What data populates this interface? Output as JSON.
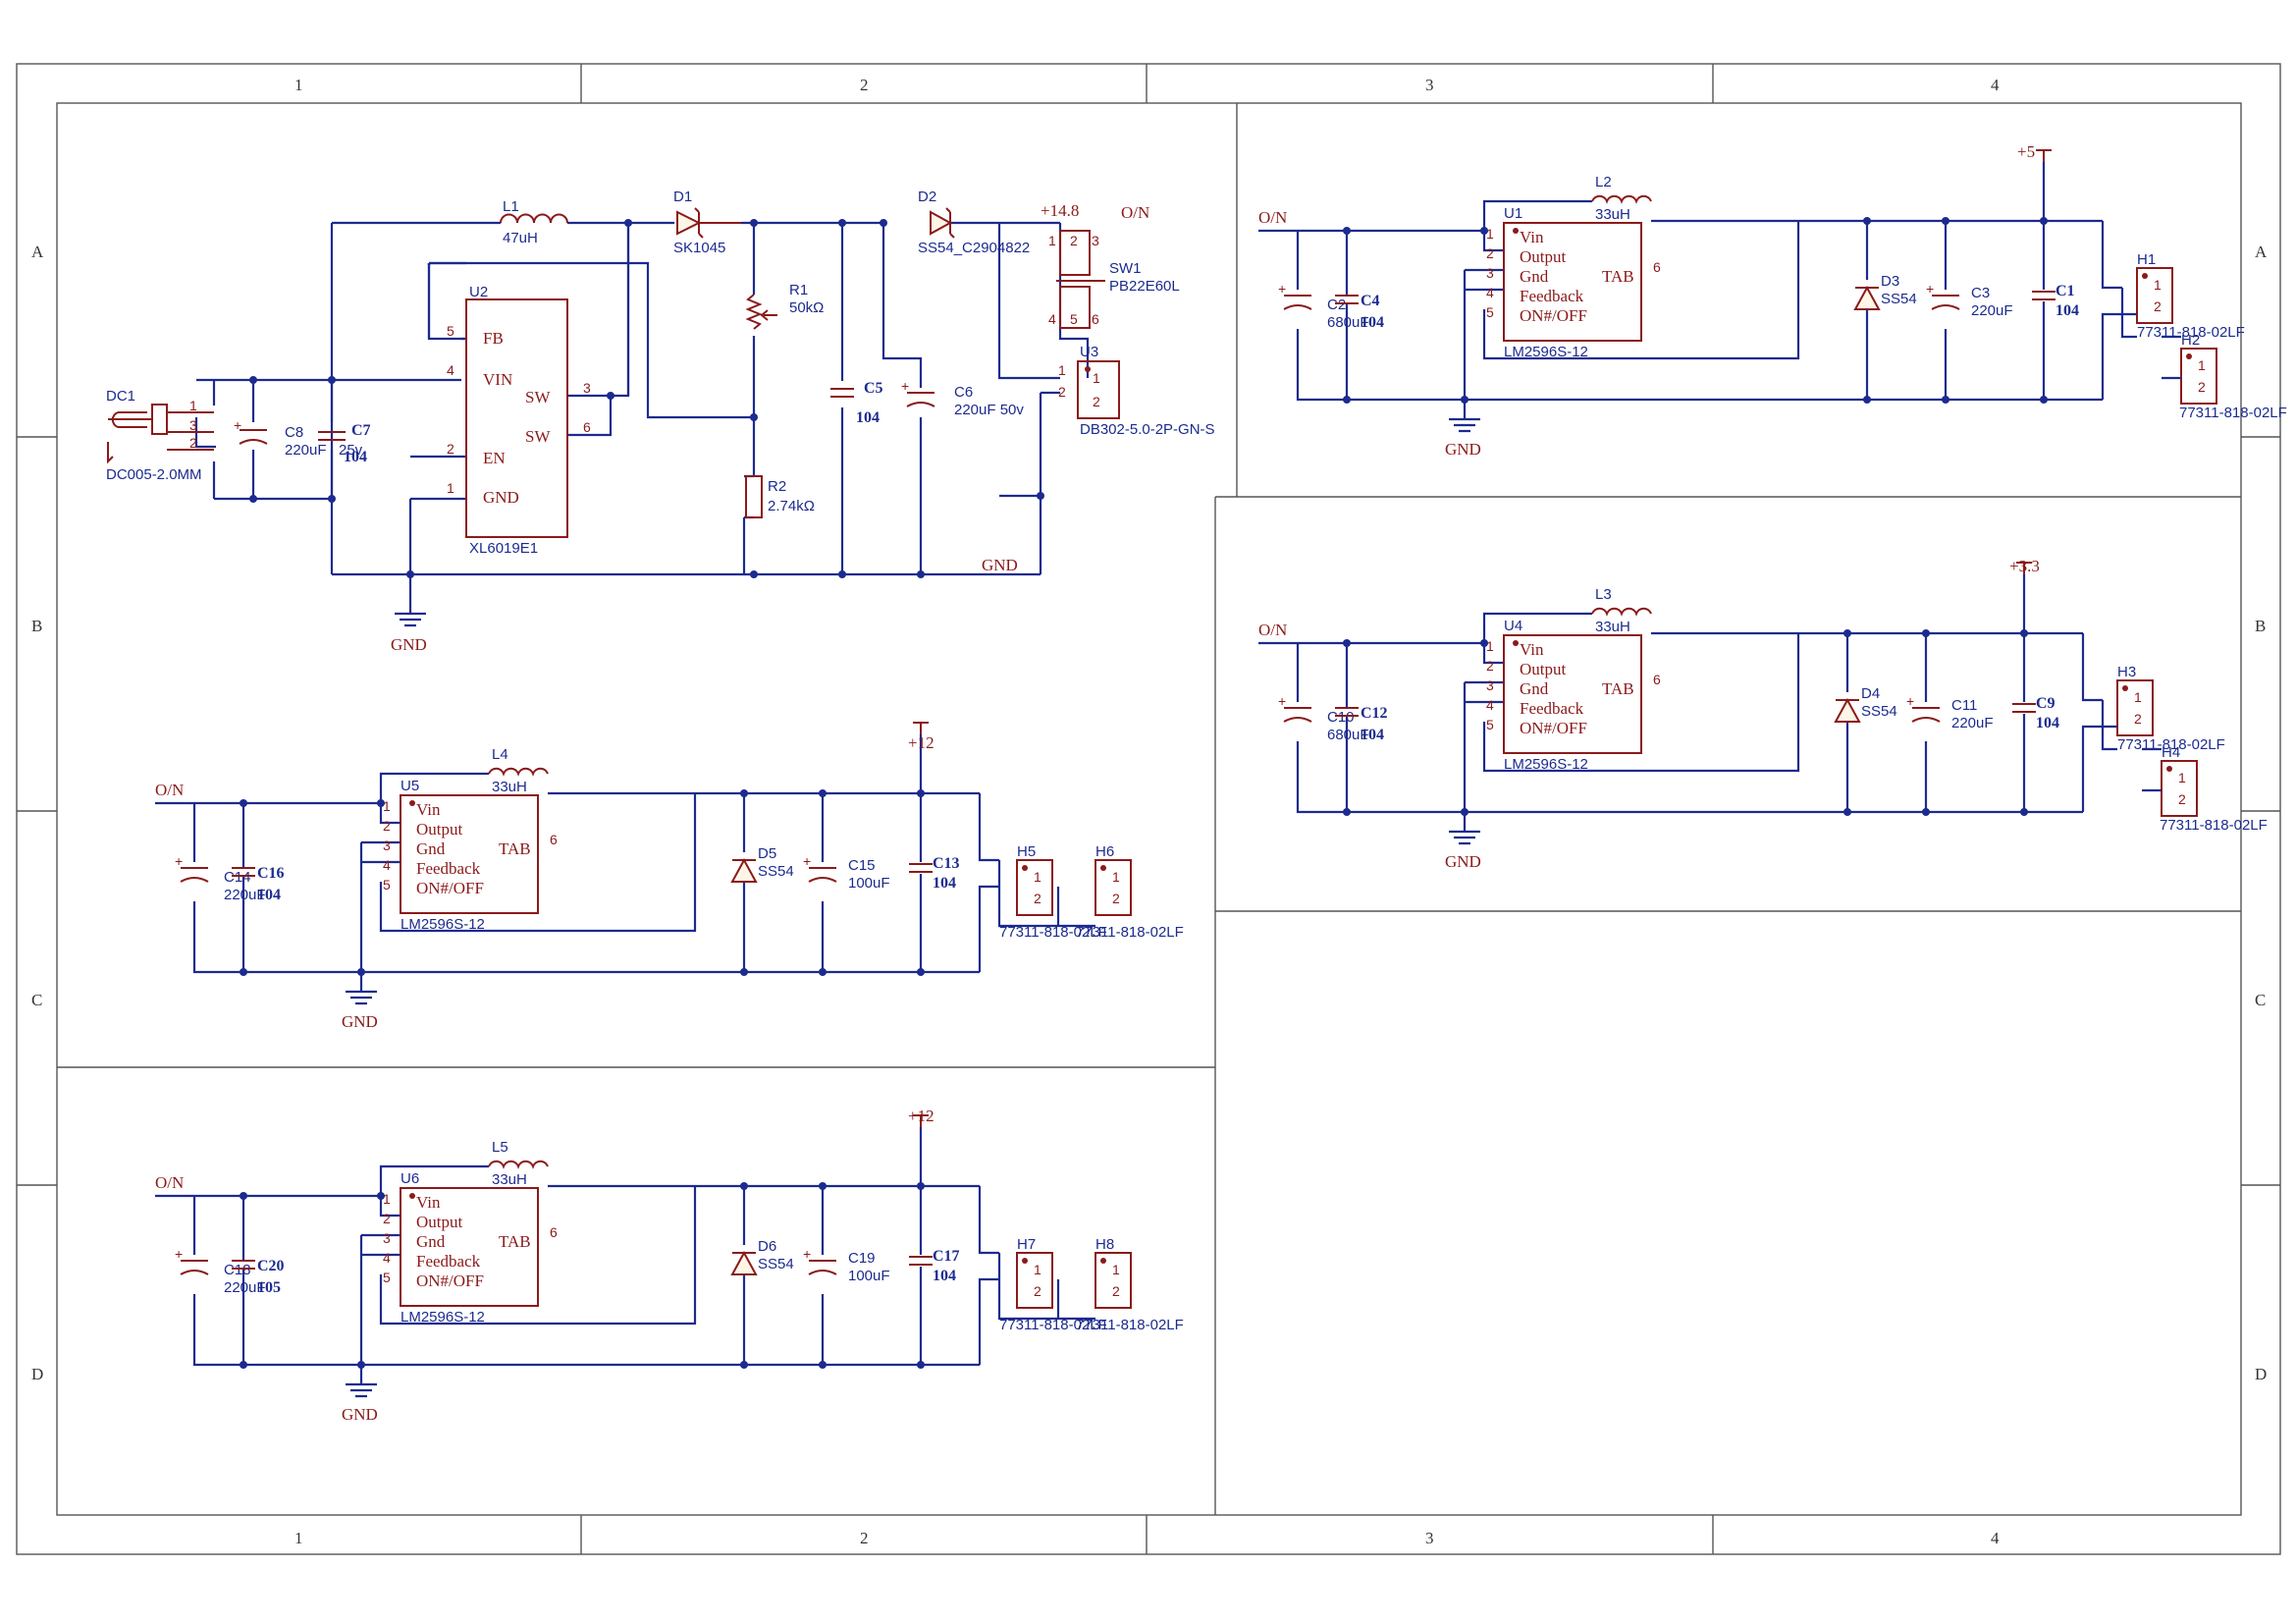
{
  "frame": {
    "columns": [
      "1",
      "2",
      "3",
      "4"
    ],
    "rows": [
      "A",
      "B",
      "C",
      "D"
    ]
  },
  "nets": {
    "on": "O/N",
    "gnd": "GND",
    "p14": "+14.8",
    "p5": "+5",
    "p33": "+3.3",
    "p12": "+12"
  },
  "boost": {
    "dc1": {
      "ref": "DC1",
      "value": "DC005-2.0MM"
    },
    "l1": {
      "ref": "L1",
      "value": "47uH"
    },
    "d1": {
      "ref": "D1",
      "value": "SK1045"
    },
    "d2": {
      "ref": "D2",
      "value": "SS54_C2904822"
    },
    "r1": {
      "ref": "R1",
      "value": "50kΩ"
    },
    "r2": {
      "ref": "R2",
      "value": "2.74kΩ"
    },
    "c5": {
      "ref": "C5",
      "value": "104"
    },
    "c6": {
      "ref": "C6",
      "value": "220uF 50v"
    },
    "c7": {
      "ref": "C7",
      "value": "104"
    },
    "c8": {
      "ref": "C8",
      "value": "220uF",
      "extra": "25v"
    },
    "u2": {
      "ref": "U2",
      "part": "XL6019E1",
      "pins": [
        "FB",
        "VIN",
        "EN",
        "GND",
        "SW",
        "SW"
      ]
    },
    "u3": {
      "ref": "U3",
      "value": "DB302-5.0-2P-GN-S"
    },
    "sw1": {
      "ref": "SW1",
      "value": "PB22E60L"
    }
  },
  "regulator_pins": [
    "Vin",
    "Output",
    "Gnd",
    "Feedback",
    "ON#/OFF",
    "TAB"
  ],
  "reg5v": {
    "u": "U1",
    "part": "LM2596S-12",
    "l": "L2",
    "lval": "33uH",
    "d": "D3",
    "dval": "SS54",
    "cin": "C2",
    "cinval": "680uF",
    "cin2": "C4",
    "cin2val": "104",
    "cout": "C3",
    "coutval": "220uF",
    "cout2": "C1",
    "cout2val": "104",
    "h1": "H1",
    "h2": "H2",
    "hval": "77311-818-02LF"
  },
  "reg33v": {
    "u": "U4",
    "part": "LM2596S-12",
    "l": "L3",
    "lval": "33uH",
    "d": "D4",
    "dval": "SS54",
    "cin": "C10",
    "cinval": "680uF",
    "cin2": "C12",
    "cin2val": "104",
    "cout": "C11",
    "coutval": "220uF",
    "cout2": "C9",
    "cout2val": "104",
    "h1": "H3",
    "h2": "H4",
    "hval": "77311-818-02LF"
  },
  "reg12a": {
    "u": "U5",
    "part": "LM2596S-12",
    "l": "L4",
    "lval": "33uH",
    "d": "D5",
    "dval": "SS54",
    "cin": "C14",
    "cinval": "220uF",
    "cin2": "C16",
    "cin2val": "104",
    "cout": "C15",
    "coutval": "100uF",
    "cout2": "C13",
    "cout2val": "104",
    "h1": "H5",
    "h2": "H6",
    "h1val": "77311-818-02LF",
    "h2val": "77311-818-02LF"
  },
  "reg12b": {
    "u": "U6",
    "part": "LM2596S-12",
    "l": "L5",
    "lval": "33uH",
    "d": "D6",
    "dval": "SS54",
    "cin": "C18",
    "cinval": "220uF",
    "cin2": "C20",
    "cin2val": "105",
    "cout": "C19",
    "coutval": "100uF",
    "cout2": "C17",
    "cout2val": "104",
    "h1": "H7",
    "h2": "H8",
    "h1val": "77311-818-02LF",
    "h2val": "77311-818-02LF"
  }
}
